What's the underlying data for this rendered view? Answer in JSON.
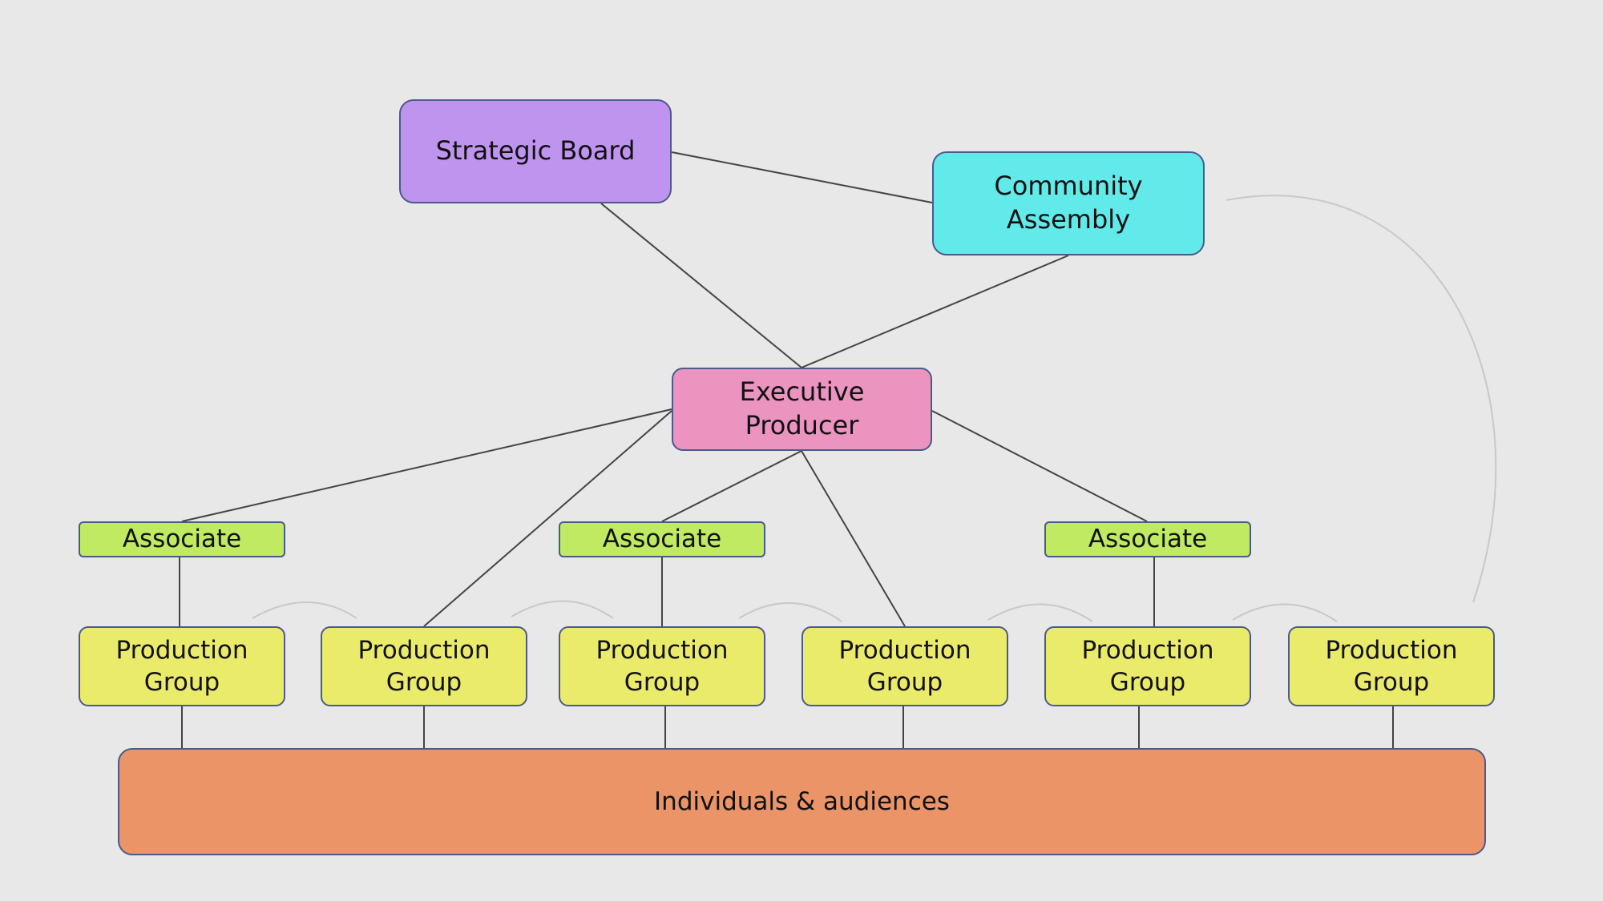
{
  "colors": {
    "background": "#e8e8e8",
    "strategic_board": "#bf94ee",
    "community_assembly": "#62eaea",
    "executive_producer": "#ea94bf",
    "associate": "#bfea62",
    "production_group": "#eaea6b",
    "individuals": "#ea9467",
    "border": "#4a5a8c",
    "link": "#444444"
  },
  "nodes": {
    "strategic_board": "Strategic Board",
    "community_assembly": "Community\nAssembly",
    "executive_producer": "Executive\nProducer",
    "associates": [
      "Associate",
      "Associate",
      "Associate"
    ],
    "production_groups": [
      "Production\nGroup",
      "Production\nGroup",
      "Production\nGroup",
      "Production\nGroup",
      "Production\nGroup",
      "Production\nGroup"
    ],
    "individuals": "Individuals & audiences"
  }
}
